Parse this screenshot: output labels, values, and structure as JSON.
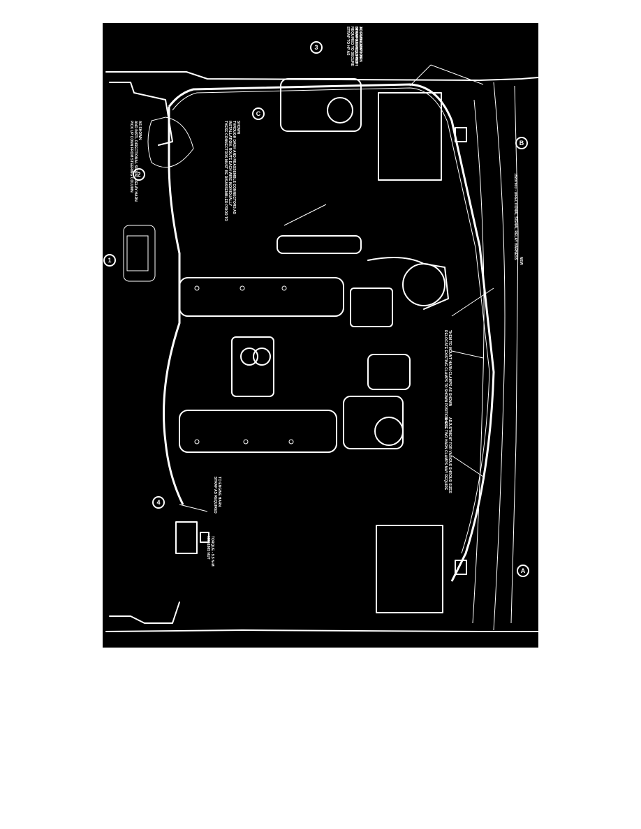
{
  "diagram": {
    "callouts": {
      "one": "1",
      "two": "2",
      "three": "3",
      "four": "4"
    },
    "markers": {
      "a": "A",
      "b": "B",
      "c": "C"
    },
    "notes": {
      "strap_bracket_l1": "STRAP TO HP AS",
      "strap_bracket_l2": "REQUIRED TO SECURE",
      "strap_bracket_l3": "INTERFERENCES WITH",
      "strap_bracket_l4": "ACCOMMODATION",
      "pickup_conn_l1": "PICK UP CONN FROM STEERING COLUMN",
      "pickup_conn_l2": "AND INSTL DIRECTIONAL SIGNAL RELAY HARN",
      "pickup_conn_l3": "AS SHOWN",
      "connectors_l1": "THESE CONNECTORS MUST BE DISASSEMBLED PRIOR TO",
      "connectors_l2": "INSTALLATION. ROUTE EACH WIRE INDIVIDUALLY",
      "connectors_l3": "THROUGH DASH AND REASSEMBLE CONNECTORS AS",
      "connectors_l4": "SHOWN",
      "strap_lamp_l1": "STRAP AS REQUIRED",
      "strap_lamp_l2": "TO FWD LAMP HARN",
      "new_harness_l1": "NEW",
      "new_harness_l2": "15207803 - DIRECTIONAL SIGNAL RELAY HARNESS",
      "relocate_clamps_l1": "RELOCATE EXISTING CLAMPS TO SHOWN POSITION. USE",
      "relocate_clamps_l2": "THEM TO MOUNT HARN CLAMPS AS SHOWN",
      "harness_clamps_l1": "THESE TWO HARN CLAMPS MAY REQUIRE",
      "harness_clamps_l2": "ADJUSTMENT FOR VARIOUS SHROUD SIZES",
      "strap_engine_l1": "STRAP AS REQUIRED",
      "strap_engine_l2": "TO ENGINE HARN",
      "nut_l1": "11561885 NUT",
      "nut_l2": "TORQUE - 9.5 N-M"
    }
  }
}
